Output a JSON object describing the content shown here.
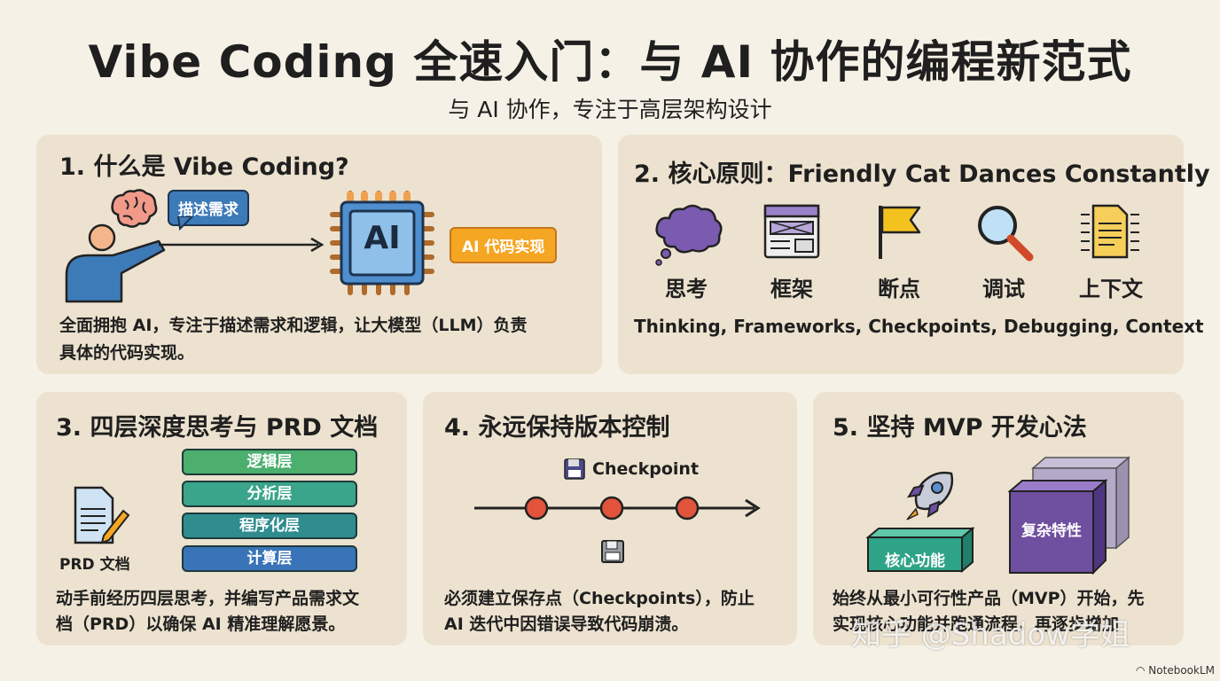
{
  "header": {
    "title": "Vibe Coding 全速入门：与 AI 协作的编程新范式",
    "subtitle": "与 AI 协作，专注于高层架构设计"
  },
  "section1": {
    "title": "1. 什么是 Vibe Coding?",
    "bubble": "描述需求",
    "chip_text": "AI",
    "output_tag": "AI 代码实现",
    "body_line1": "全面拥抱 AI，专注于描述需求和逻辑，让大模型（LLM）负责",
    "body_line2": "具体的代码实现。"
  },
  "section2": {
    "title": "2. 核心原则：Friendly Cat Dances Constantly",
    "principles": [
      {
        "label": "思考",
        "icon": "thought-cloud-icon"
      },
      {
        "label": "框架",
        "icon": "framework-window-icon"
      },
      {
        "label": "断点",
        "icon": "flag-icon"
      },
      {
        "label": "调试",
        "icon": "magnifier-icon"
      },
      {
        "label": "上下文",
        "icon": "document-icon"
      }
    ],
    "summary": "Thinking, Frameworks, Checkpoints, Debugging, Context"
  },
  "section3": {
    "title": "3. 四层深度思考与 PRD 文档",
    "doc_label": "PRD 文档",
    "layers": [
      {
        "label": "逻辑层",
        "color": "#4caf6e"
      },
      {
        "label": "分析层",
        "color": "#3aa58a"
      },
      {
        "label": "程序化层",
        "color": "#2f8c8f"
      },
      {
        "label": "计算层",
        "color": "#3a74b8"
      }
    ],
    "body_line1": "动手前经历四层思考，并编写产品需求文",
    "body_line2": "档（PRD）以确保 AI 精准理解愿景。"
  },
  "section4": {
    "title": "4. 永远保持版本控制",
    "checkpoint_label": "Checkpoint",
    "body_line1": "必须建立保存点（Checkpoints），防止",
    "body_line2": "AI 迭代中因错误导致代码崩溃。"
  },
  "section5": {
    "title": "5. 坚持 MVP 开发心法",
    "core_label": "核心功能",
    "complex_label": "复杂特性",
    "body_line1": "始终从最小可行性产品（MVP）开始，先",
    "body_line2": "实现核心功能并跑通流程，再逐步增加"
  },
  "watermark": "知乎 @Shadow学姐",
  "brand": "NotebookLM",
  "colors": {
    "background": "#f6f1e6",
    "card": "#ece2cf",
    "accent_blue": "#3d7ab8",
    "accent_orange": "#f5a623",
    "checkpoint_red": "#e2533b",
    "purple": "#6f4fa0"
  }
}
